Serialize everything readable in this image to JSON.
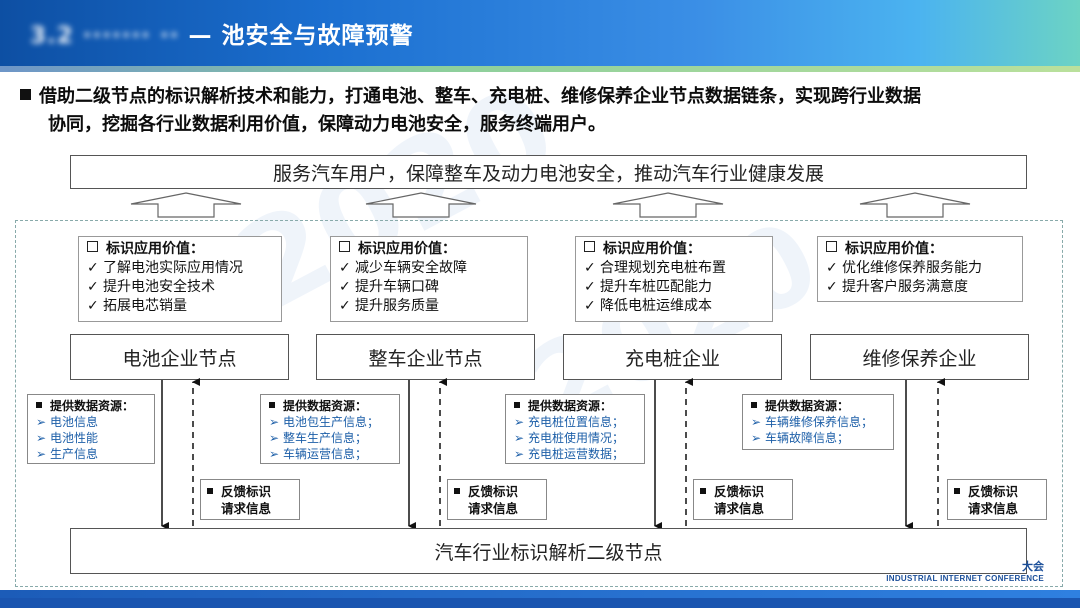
{
  "header": {
    "title_prefix": "3.2 ·······",
    "title_blurred": "··",
    "title_main": "池安全与故障预警"
  },
  "intro": {
    "line1": "借助二级节点的标识解析技术和能力，打通电池、整车、充电桩、维修保养企业节点数据链条，实现跨行业数据",
    "line2": "协同，挖掘各行业数据利用价值，保障动力电池安全，服务终端用户。"
  },
  "top_goal": "服务汽车用户，保障整车及动力电池安全，推动汽车行业健康发展",
  "bottom_node": "汽车行业标识解析二级节点",
  "columns": [
    {
      "value_title": "标识应用价值：",
      "values": [
        "了解电池实际应用情况",
        "提升电池安全技术",
        "拓展电芯销量"
      ],
      "node": "电池企业节点",
      "resource_title": "提供数据资源：",
      "resources": [
        "电池信息",
        "电池性能",
        "生产信息"
      ],
      "feedback": [
        "反馈标识",
        "请求信息"
      ]
    },
    {
      "value_title": "标识应用价值：",
      "values": [
        "减少车辆安全故障",
        "提升车辆口碑",
        "提升服务质量"
      ],
      "node": "整车企业节点",
      "resource_title": "提供数据资源：",
      "resources": [
        "电池包生产信息；",
        "整车生产信息；",
        "车辆运营信息；"
      ],
      "feedback": [
        "反馈标识",
        "请求信息"
      ]
    },
    {
      "value_title": "标识应用价值：",
      "values": [
        "合理规划充电桩布置",
        "提升车桩匹配能力",
        "降低电桩运维成本"
      ],
      "node": "充电桩企业",
      "resource_title": "提供数据资源：",
      "resources": [
        "充电桩位置信息；",
        "充电桩使用情况；",
        "充电桩运营数据；"
      ],
      "feedback": [
        "反馈标识",
        "请求信息"
      ]
    },
    {
      "value_title": "标识应用价值：",
      "values": [
        "优化维修保养服务能力",
        "提升客户服务满意度"
      ],
      "node": "维修保养企业",
      "resource_title": "提供数据资源：",
      "resources": [
        "车辆维修保养信息；",
        "车辆故障信息；"
      ],
      "feedback": [
        "反馈标识",
        "请求信息"
      ]
    }
  ],
  "footer": {
    "conference": "INDUSTRIAL INTERNET CONFERENCE",
    "logo_text": "大会"
  },
  "colors": {
    "header_blue": "#1b6fd0",
    "resource_text": "#1d5fa8",
    "footer_blue": "#1a55b0"
  }
}
